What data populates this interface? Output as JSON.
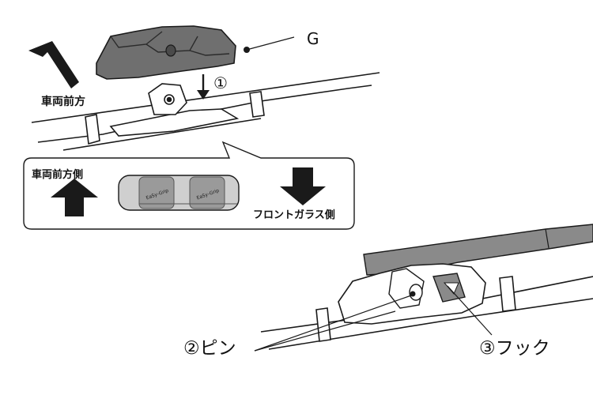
{
  "diagram": {
    "label_g": "G",
    "step1": "①",
    "front_direction": "車両前方",
    "inset": {
      "front_side": "車両前方側",
      "windshield_side": "フロントガラス側",
      "part_mark": "EaSy-Grip"
    },
    "pin_label": "②ピン",
    "hook_label": "③フック"
  },
  "colors": {
    "part_fill": "#6f6f6f",
    "part_light": "#cfcfcf",
    "arm_fill": "#8a8a8a",
    "line": "#1a1a1a"
  }
}
